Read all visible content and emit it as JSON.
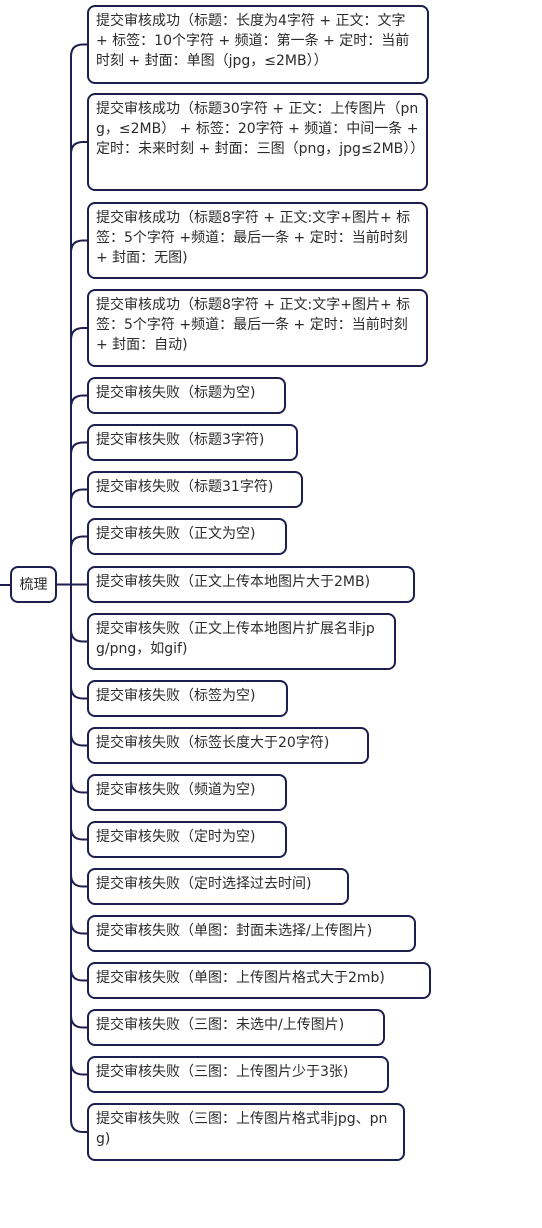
{
  "root": {
    "label": "梳理"
  },
  "children": [
    {
      "label": "提交审核成功（标题：长度为4字符 + 正文：文字 + 标签：10个字符 + 频道：第一条 + 定时：当前时刻 + 封面：单图（jpg，≤2MB））"
    },
    {
      "label": "提交审核成功（标题30字符 + 正文：上传图片（png，≤2MB） + 标签：20字符 + 频道：中间一条 + 定时：未来时刻 + 封面：三图（png，jpg≤2MB））"
    },
    {
      "label": "提交审核成功（标题8字符 + 正文:文字+图片+ 标签：5个字符 +频道：最后一条 + 定时：当前时刻 + 封面：无图)"
    },
    {
      "label": "提交审核成功（标题8字符 + 正文:文字+图片+ 标签：5个字符 +频道：最后一条 + 定时：当前时刻 + 封面：自动)"
    },
    {
      "label": "提交审核失败（标题为空)"
    },
    {
      "label": "提交审核失败（标题3字符)"
    },
    {
      "label": "提交审核失败（标题31字符)"
    },
    {
      "label": "提交审核失败（正文为空)"
    },
    {
      "label": "提交审核失败（正文上传本地图片大于2MB)"
    },
    {
      "label": "提交审核失败（正文上传本地图片扩展名非jpg/png，如gif)"
    },
    {
      "label": "提交审核失败（标签为空)"
    },
    {
      "label": "提交审核失败（标签长度大于20字符)"
    },
    {
      "label": "提交审核失败（频道为空)"
    },
    {
      "label": "提交审核失败（定时为空)"
    },
    {
      "label": "提交审核失败（定时选择过去时间)"
    },
    {
      "label": "提交审核失败（单图：封面未选择/上传图片)"
    },
    {
      "label": "提交审核失败（单图：上传图片格式大于2mb)"
    },
    {
      "label": "提交审核失败（三图：未选中/上传图片)"
    },
    {
      "label": "提交审核失败（三图：上传图片少于3张)"
    },
    {
      "label": "提交审核失败（三图：上传图片格式非jpg、png)"
    }
  ]
}
